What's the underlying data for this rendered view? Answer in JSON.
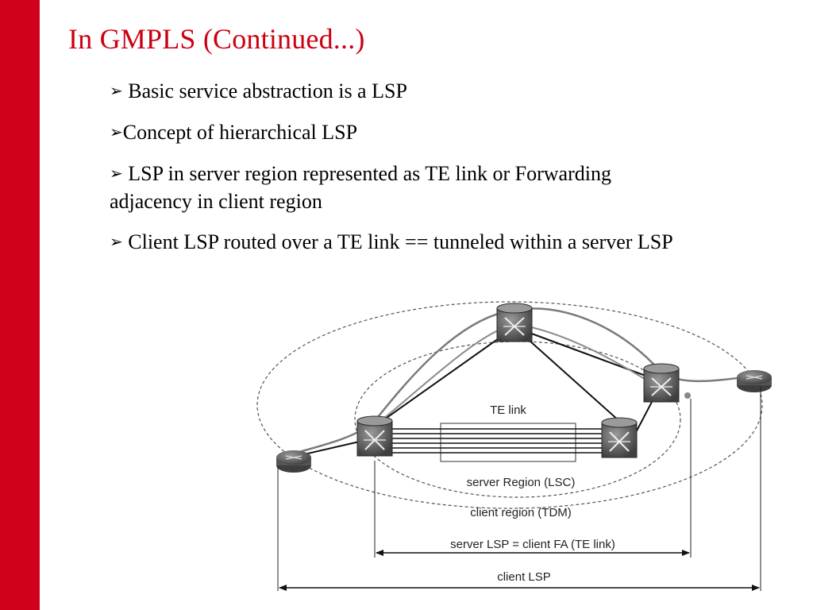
{
  "slide": {
    "title": "In GMPLS (Continued...)",
    "bullet_marker": "➢",
    "bullets": [
      " Basic service abstraction is a LSP",
      "Concept of hierarchical LSP",
      " LSP in server region represented as TE link or Forwarding adjacency in client region",
      " Client LSP routed over a TE link == tunneled within a server LSP"
    ]
  },
  "diagram": {
    "te_link_label": "TE link",
    "server_region_label": "server Region (LSC)",
    "client_region_label": "client region (TDM)",
    "server_lsp_label": "server LSP = client FA (TE link)",
    "client_lsp_label": "client LSP"
  },
  "colors": {
    "accent": "#d0021b",
    "title": "#cc0011"
  }
}
